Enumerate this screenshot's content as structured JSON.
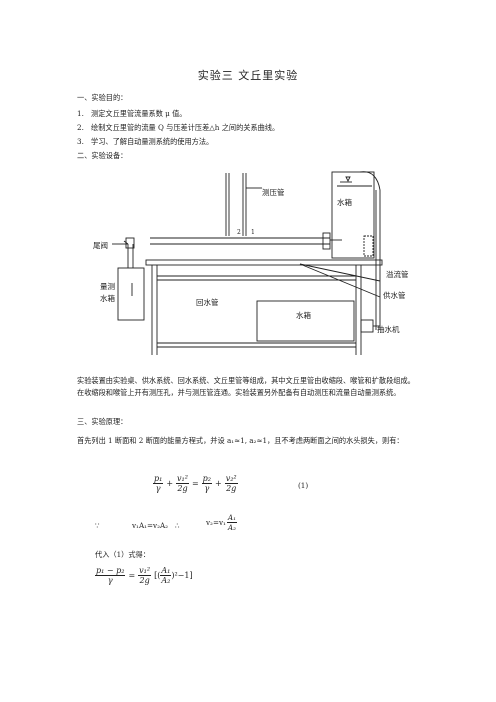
{
  "title": "实验三    文丘里实验",
  "sections": {
    "purpose_heading": "一、实验目的：",
    "purpose_items": [
      {
        "num": "1.",
        "text": "测定文丘里管流量系数 μ 值。"
      },
      {
        "num": "2.",
        "text": "绘制文丘里管的流量 Q 与压差计压差△h 之间的关系曲线。"
      },
      {
        "num": "3.",
        "text": "学习、了解自动量测系统的使用方法。"
      }
    ],
    "equipment_heading": "二、实验设备：",
    "equipment_desc": "实验装置由实验桌、供水系统、回水系统、文丘里管等组成，其中文丘里管由收缩段、喉管和扩散段组成。在收缩段和喉管上开有测压孔，并与测压管连通。实验装置另外配备有自动测压和流量自动量测系统。",
    "principle_heading": "三、实验原理：",
    "principle_desc": "首先列出 1 断面和 2 断面的能量方程式，并设 a₁≈1, a₂≈1，且不考虑两断面之间的水头损失，则有："
  },
  "diagram_labels": {
    "piezometer": "测压管",
    "tank_top": "水箱",
    "tail_valve": "尾阀",
    "measure_tank_1": "量测",
    "measure_tank_2": "水箱",
    "overflow_pipe": "溢流管",
    "supply_pipe": "供水管",
    "return_pipe": "回水管",
    "tank_bottom": "水箱",
    "pump": "抽水机",
    "point_2": "2",
    "point_1": "1"
  },
  "equations": {
    "eq1_number": "(1)",
    "because": "∵",
    "continuity": "v₁A₁=v₂A₂",
    "therefore": "∴",
    "v2_expr": "v₂=v₁",
    "substitute": "代入（1）式得："
  }
}
